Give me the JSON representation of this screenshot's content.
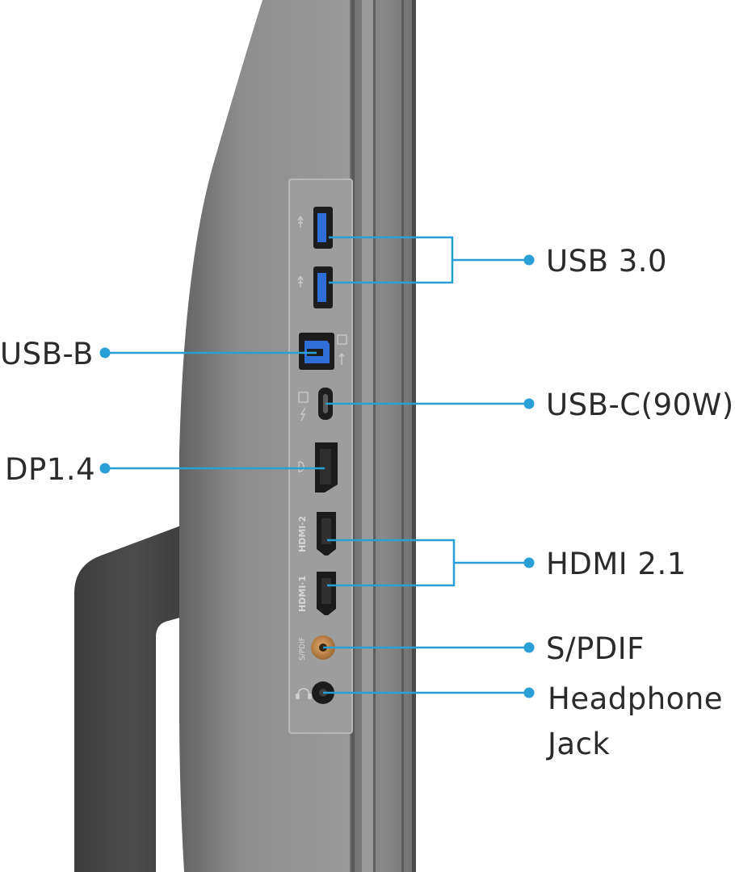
{
  "accent_color": "#2a9fd6",
  "labels": {
    "usb30": "USB 3.0",
    "usbb": "USB-B",
    "usbc": "USB-C(90W)",
    "dp": "DP1.4",
    "hdmi": "HDMI 2.1",
    "spdif": "S/PDIF",
    "headphone_line1": "Headphone",
    "headphone_line2": "Jack"
  },
  "port_markings": {
    "hdmi2": "HDMI·2",
    "hdmi1": "HDMI·1",
    "spdif": "S/PDIF"
  }
}
